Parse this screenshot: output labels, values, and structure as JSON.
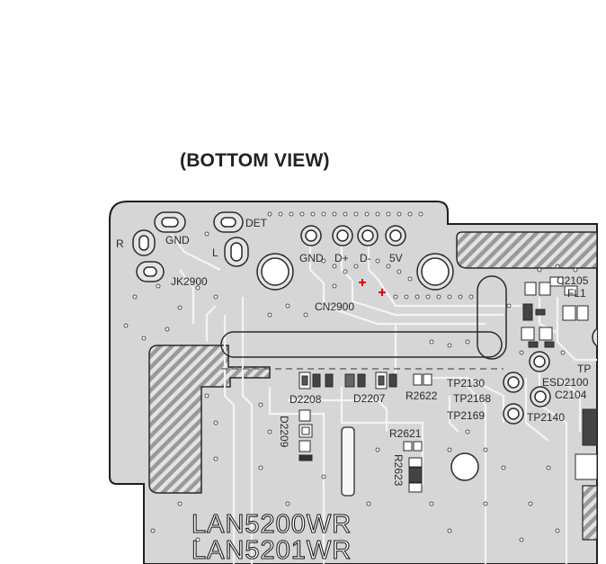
{
  "view_title": "(BOTTOM VIEW)",
  "labels": {
    "r": "R",
    "gnd_left": "GND",
    "l": "L",
    "det": "DET",
    "jk2900": "JK2900",
    "gnd_usb": "GND",
    "d_plus": "D+",
    "d_minus": "D-",
    "v5": "5V",
    "cn2900": "CN2900",
    "c2105": "C2105",
    "fl1": "FL1",
    "tp_right_partial": "TP",
    "tp_right_top": "T",
    "tp2130": "TP2130",
    "esd2100": "ESD2100",
    "c2104": "C2104",
    "d2208": "D2208",
    "d2207": "D2207",
    "r2622": "R2622",
    "tp2168": "TP2168",
    "tp2169": "TP2169",
    "tp2140": "TP2140",
    "d2209": "D2209",
    "r2621": "R2621",
    "r2623": "R2623",
    "part_line1": "LAN5200WR",
    "part_line2": "LAN5201WR"
  },
  "colors": {
    "board": "#d6d6d6",
    "outline": "#1e1e1e",
    "trace": "#f4f4f4",
    "marker": "#e00000"
  }
}
